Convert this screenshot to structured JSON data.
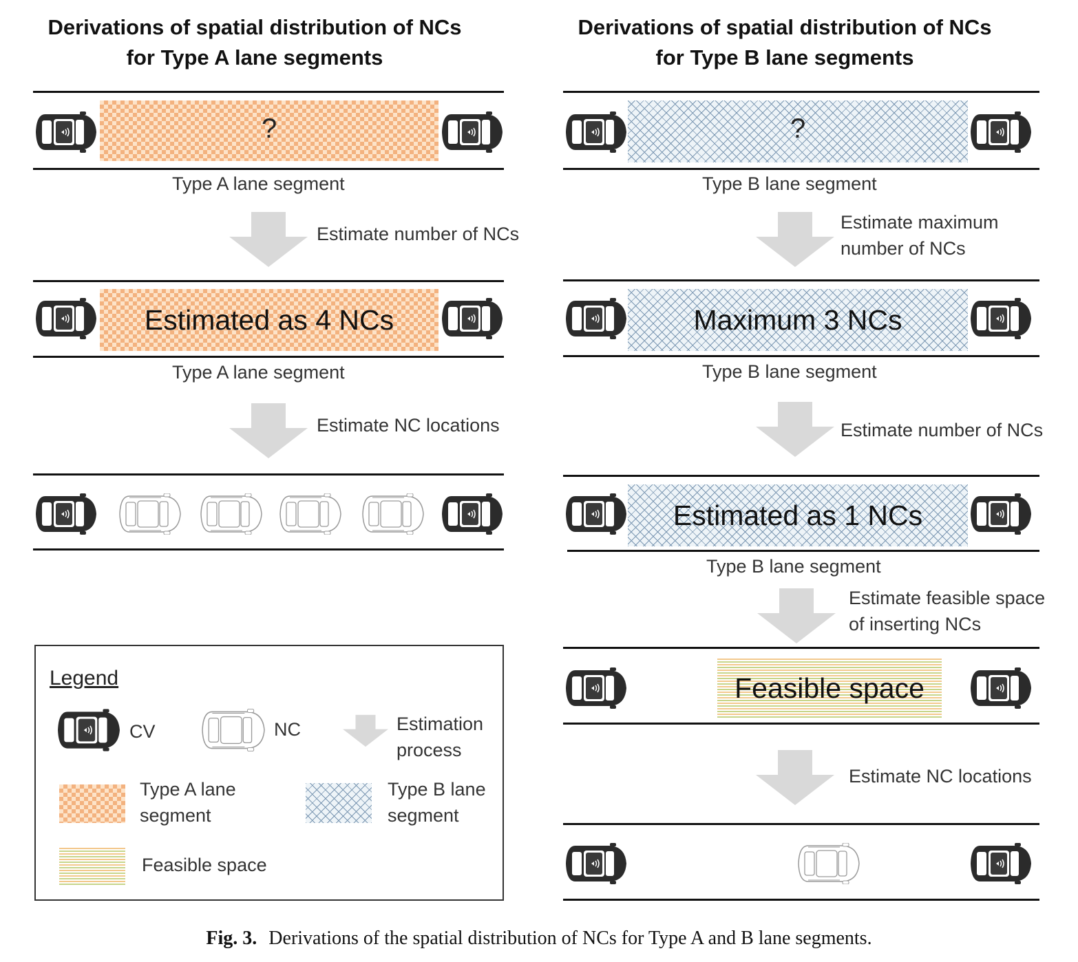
{
  "left": {
    "title_line1": "Derivations of spatial distribution of NCs",
    "title_line2": "for Type A lane segments",
    "q_mark": "?",
    "seg_label1": "Type A lane segment",
    "step1": "Estimate number of NCs",
    "estimate_text": "Estimated as 4 NCs",
    "seg_label2": "Type A lane segment",
    "step2": "Estimate NC locations"
  },
  "right": {
    "title_line1": "Derivations of spatial distribution of NCs",
    "title_line2": "for Type B lane segments",
    "q_mark": "?",
    "seg_label1": "Type B lane segment",
    "step1_line1": "Estimate maximum",
    "step1_line2": "number of NCs",
    "max_text": "Maximum 3 NCs",
    "seg_label2": "Type B lane segment",
    "step2": "Estimate number of NCs",
    "estimate_text": "Estimated as 1 NCs",
    "seg_label3": "Type B lane segment",
    "step3_line1": "Estimate feasible space",
    "step3_line2": "of inserting NCs",
    "feasible_text": "Feasible space",
    "step4": "Estimate NC locations"
  },
  "legend": {
    "title": "Legend",
    "cv": "CV",
    "nc": "NC",
    "process_line1": "Estimation",
    "process_line2": "process",
    "typeA_line1": "Type A lane",
    "typeA_line2": "segment",
    "typeB_line1": "Type B lane",
    "typeB_line2": "segment",
    "feasible": "Feasible space"
  },
  "caption": {
    "label": "Fig. 3.",
    "text": "Derivations of the spatial distribution of NCs for Type A and B lane segments."
  },
  "colors": {
    "typeA": "#f3b27f",
    "typeB": "#7b97b2",
    "feasible_green": "#c7d58a",
    "feasible_orange": "#f3c88c",
    "arrow": "#d9d9d9"
  }
}
